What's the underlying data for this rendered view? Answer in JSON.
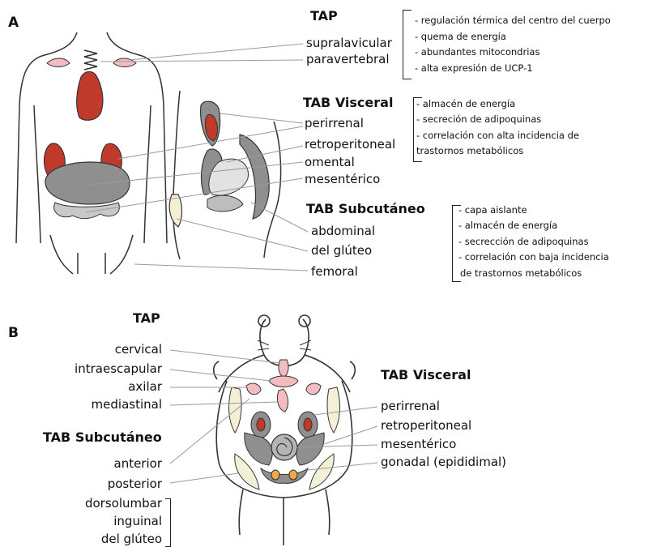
{
  "panel_a": {
    "letter": "A",
    "tap": {
      "heading": "TAP",
      "labels": [
        "supralavicular",
        "paravertebral"
      ],
      "notes": [
        "- regulación térmica del centro del cuerpo",
        "- quema de energía",
        "- abundantes mitocondrias",
        "- alta expresión de UCP-1"
      ]
    },
    "visceral": {
      "heading": "TAB Visceral",
      "labels": [
        "perirrenal",
        "retroperitoneal",
        "omental",
        "mesentérico"
      ],
      "notes": [
        "- almacén de energía",
        "- secreción de adipoquinas",
        "- correlación con alta incidencia de",
        "trastornos metabólicos"
      ]
    },
    "subcutaneo": {
      "heading": "TAB Subcutáneo",
      "labels": [
        "abdominal",
        "del glúteo",
        "femoral"
      ],
      "notes": [
        "- capa aislante",
        "- almacén de energía",
        "- secrección de adipoquinas",
        "- correlación con baja incidencia",
        "de trastornos metabólicos"
      ]
    }
  },
  "panel_b": {
    "letter": "B",
    "tap": {
      "heading": "TAP",
      "labels": [
        "cervical",
        "intraescapular",
        "axilar",
        "mediastinal"
      ]
    },
    "subcutaneo": {
      "heading": "TAB Subcutáneo",
      "labels": [
        "anterior",
        "posterior",
        "dorsolumbar",
        "inguinal",
        "del glúteo"
      ]
    },
    "visceral": {
      "heading": "TAB Visceral",
      "labels": [
        "perirrenal",
        "retroperitoneal",
        "mesentérico",
        "gonadal (epididimal)"
      ]
    }
  },
  "colors": {
    "brown_fat": "#c0392b",
    "white_fat_visceral": "#8f8f8f",
    "white_fat_subcutaneous": "#f4f0d7",
    "pink_fat": "#f2bcc0",
    "outline": "#333333",
    "leader": "#9a9a9a"
  }
}
